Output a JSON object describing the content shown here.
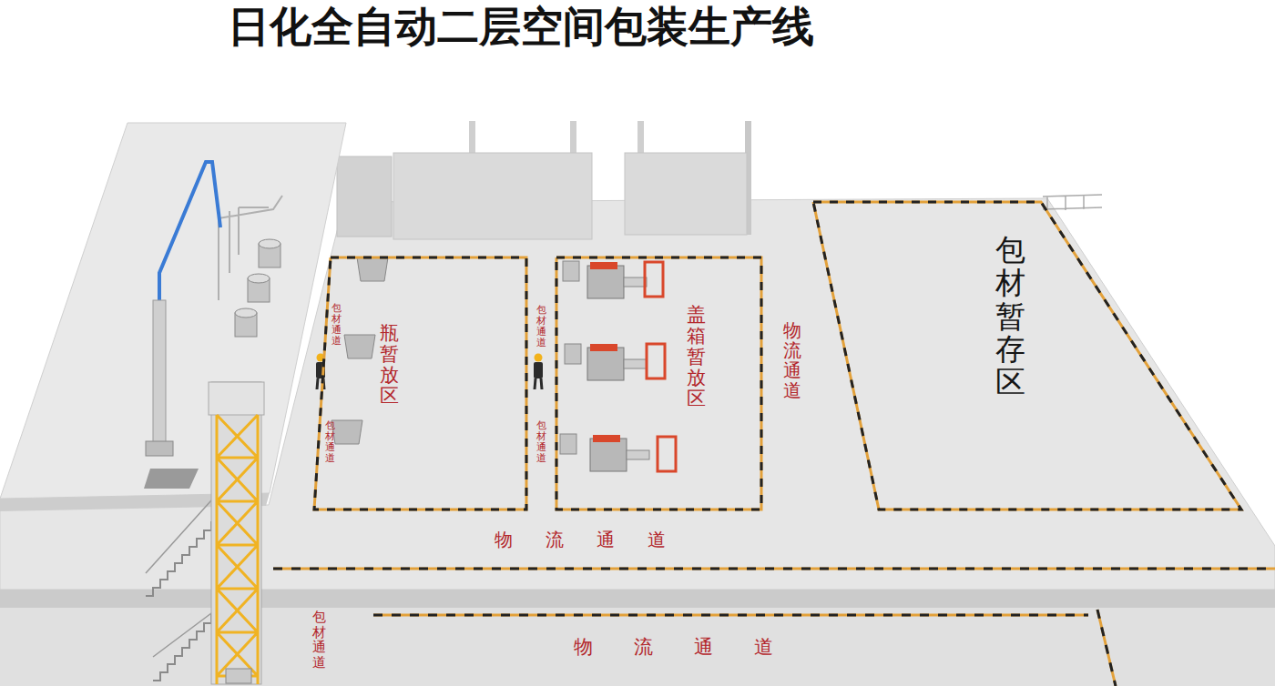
{
  "diagram": {
    "title": "日化全自动二层空间包装生产线",
    "nodes": [
      {
        "text": [
          "瓶暂放区"
        ]
      },
      {
        "text": [
          "盖箱暂放区"
        ]
      },
      {
        "text": [
          "包材暂存区"
        ]
      }
    ],
    "labels": [
      "包材通道",
      "包材通道",
      "包材通道",
      "包材通道",
      "物流通道",
      "物流通道",
      "物流通道",
      "包材通道"
    ]
  }
}
